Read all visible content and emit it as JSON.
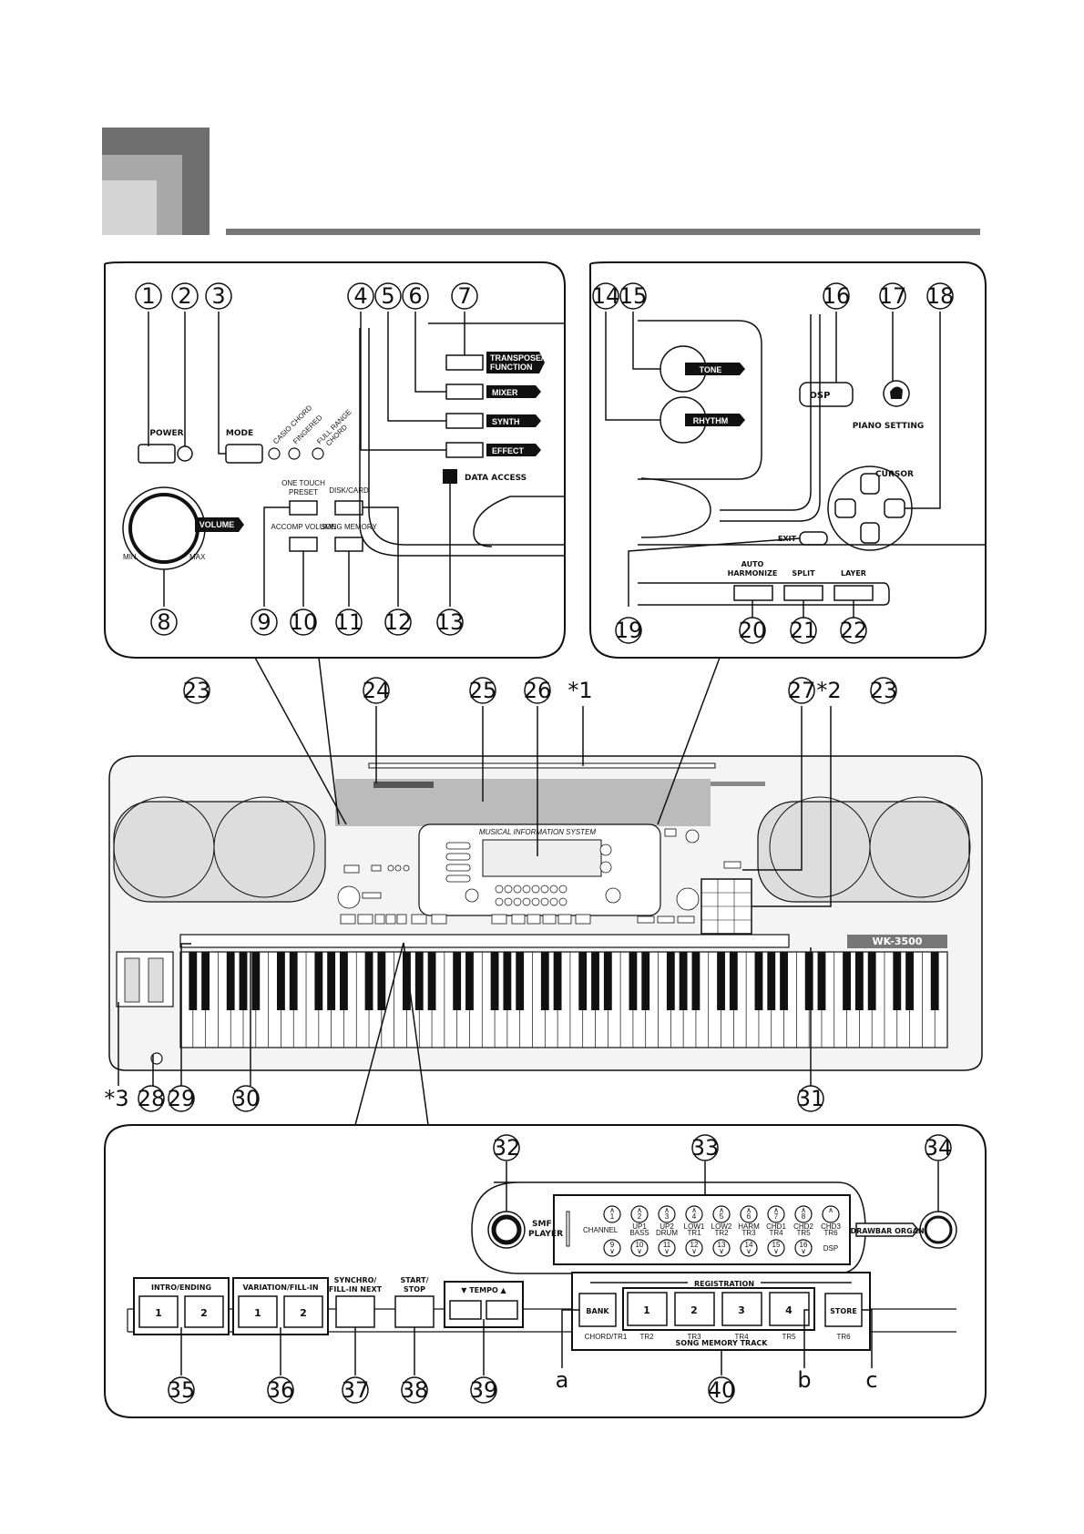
{
  "callouts": {
    "c1": "1",
    "c2": "2",
    "c3": "3",
    "c4": "4",
    "c5": "5",
    "c6": "6",
    "c7": "7",
    "c8": "8",
    "c9": "9",
    "c10": "10",
    "c11": "11",
    "c12": "12",
    "c13": "13",
    "c14": "14",
    "c15": "15",
    "c16": "16",
    "c17": "17",
    "c18": "18",
    "c19": "19",
    "c20": "20",
    "c21": "21",
    "c22": "22",
    "c23": "23",
    "c24": "24",
    "c25": "25",
    "c26": "26",
    "c27": "27",
    "c28": "28",
    "c29": "29",
    "c30": "30",
    "c31": "31",
    "c32": "32",
    "c33": "33",
    "c34": "34",
    "c35": "35",
    "c36": "36",
    "c37": "37",
    "c38": "38",
    "c39": "39",
    "c40": "40"
  },
  "notes": {
    "n1": "*1",
    "n2": "*2",
    "n3": "*3",
    "a": "a",
    "b": "b",
    "c": "c"
  },
  "panel_left": {
    "power": "POWER",
    "mode": "MODE",
    "casio_chord": "CASIO CHORD",
    "fingered": "FINGERED",
    "full_range_1": "FULL RANGE",
    "full_range_2": "CHORD",
    "volume": "VOLUME",
    "min": "MIN",
    "max": "MAX",
    "one_touch_1": "ONE TOUCH",
    "one_touch_2": "PRESET",
    "disk_card": "DISK/CARD",
    "accomp_volume": "ACCOMP VOLUME",
    "song_memory": "SONG MEMORY",
    "transpose_1": "TRANSPOSE/",
    "transpose_2": "FUNCTION",
    "mixer": "MIXER",
    "synth": "SYNTH",
    "effect": "EFFECT",
    "data_access": "DATA ACCESS"
  },
  "panel_right": {
    "tone": "TONE",
    "rhythm": "RHYTHM",
    "dsp": "DSP",
    "piano_setting": "PIANO SETTING",
    "cursor": "CURSOR",
    "exit": "EXIT",
    "auto_harmonize_1": "AUTO",
    "auto_harmonize_2": "HARMONIZE",
    "split": "SPLIT",
    "layer": "LAYER"
  },
  "keyboard": {
    "model": "WK-3500",
    "display_title": "MUSICAL INFORMATION SYSTEM"
  },
  "panel_bottom": {
    "smf_1": "SMF",
    "smf_2": "PLAYER",
    "channel": "CHANNEL",
    "drawbar": "DRAWBAR ORGAN",
    "dsp": "DSP",
    "intro_ending": "INTRO/ENDING",
    "variation": "VARIATION/FILL-IN",
    "synchro_1": "SYNCHRO/",
    "synchro_2": "FILL-IN NEXT",
    "start_1": "START/",
    "start_2": "STOP",
    "tempo": "▼ TEMPO ▲",
    "registration": "REGISTRATION",
    "bank": "BANK",
    "store": "STORE",
    "song_memory_track": "SONG MEMORY TRACK",
    "k1": "1",
    "k2": "2",
    "k3": "3",
    "k4": "4",
    "tr_chord": "CHORD/TR1",
    "tr2": "TR2",
    "tr3": "TR3",
    "tr4": "TR4",
    "tr5": "TR5",
    "tr6": "TR6",
    "ch_top": [
      "1",
      "2",
      "3",
      "4",
      "5",
      "6",
      "7",
      "8",
      ""
    ],
    "ch_bottom": [
      "9",
      "10",
      "11",
      "12",
      "13",
      "14",
      "15",
      "16",
      "DSP"
    ],
    "ch_labels_a": [
      "",
      "UP1",
      "UP2",
      "LOW1",
      "LOW2",
      "HARM",
      "CHD1",
      "CHD2",
      "CHD3"
    ],
    "ch_labels_b": [
      "",
      "BASS",
      "DRUM",
      "TR1",
      "TR2",
      "TR3",
      "TR4",
      "TR5",
      "TR6"
    ]
  }
}
